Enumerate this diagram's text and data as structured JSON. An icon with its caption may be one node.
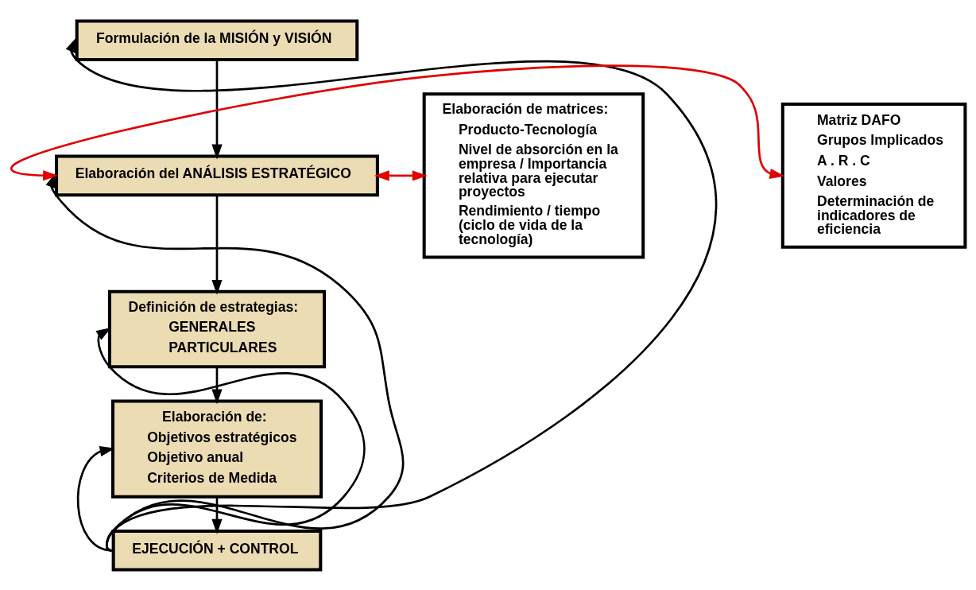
{
  "diagram": {
    "nodes": [
      {
        "text": [
          "Formulación de la MISIÓN y VISIÓN"
        ]
      },
      {
        "text": [
          "Elaboración del ANÁLISIS ESTRATÉGICO"
        ]
      },
      {
        "text": [
          "Definición de estrategias:",
          "GENERALES",
          "PARTICULARES"
        ]
      },
      {
        "text": [
          "Elaboración de:",
          "Objetivos estratégicos",
          "Objetivo anual",
          "Criterios de Medida"
        ]
      },
      {
        "text": [
          "EJECUCIÓN + CONTROL"
        ]
      },
      {
        "text": [
          "Matriz DAFO",
          "Grupos Implicados",
          "A . R . C",
          "Valores",
          "Determinación de indicadores de eficiencia"
        ]
      },
      {
        "text": [
          "Elaboración de matrices:",
          "Producto-Tecnología",
          "Nivel de absorción en la empresa / Importancia relativa para ejecutar proyectos",
          "Rendimiento / tiempo (ciclo de vida de la tecnología)"
        ]
      }
    ],
    "edges": [
      {
        "from": 0,
        "to": 1,
        "arrow": "to"
      },
      {
        "from": 1,
        "to": 2,
        "arrow": "to"
      },
      {
        "from": 2,
        "to": 3,
        "arrow": "to"
      },
      {
        "from": 3,
        "to": 4,
        "arrow": "to"
      },
      {
        "from": 4,
        "to": 0,
        "arrow": "to"
      },
      {
        "from": 4,
        "to": 1,
        "arrow": "to"
      },
      {
        "from": 4,
        "to": 2,
        "arrow": "to"
      },
      {
        "from": 4,
        "to": 3,
        "arrow": "to"
      },
      {
        "from": 5,
        "to": 1,
        "arrow": "both",
        "color": "#e00000"
      },
      {
        "from": 1,
        "to": 6,
        "arrow": "both",
        "color": "#e00000"
      }
    ]
  }
}
